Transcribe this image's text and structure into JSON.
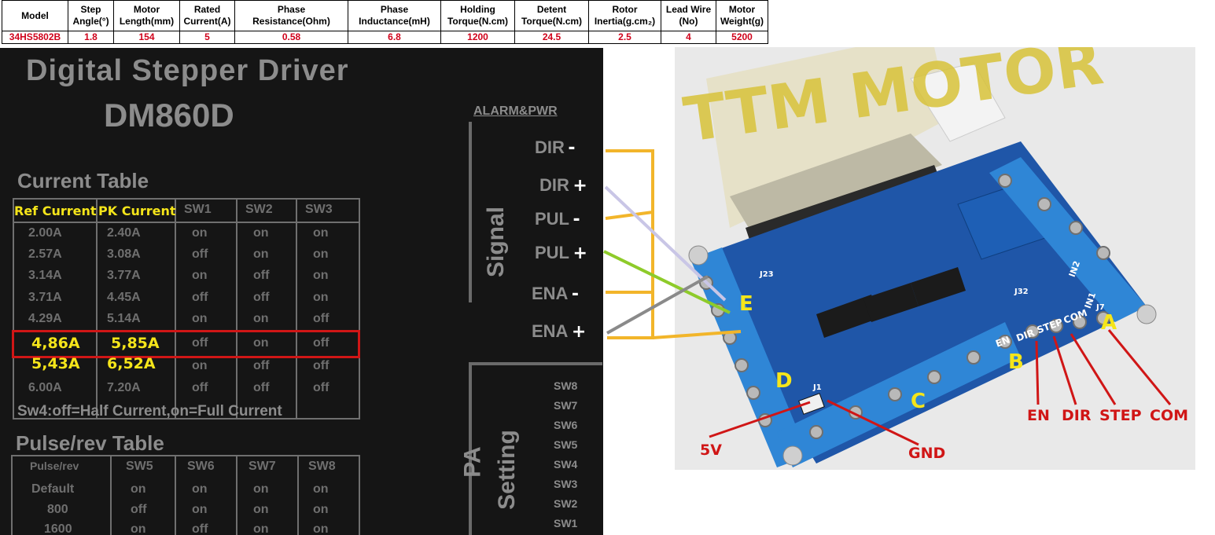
{
  "spec_table": {
    "headers": [
      [
        "Model"
      ],
      [
        "Step",
        "Angle(°)"
      ],
      [
        "Motor",
        "Length(mm)"
      ],
      [
        "Rated",
        "Current(A)"
      ],
      [
        "Phase",
        "Resistance(Ohm)"
      ],
      [
        "Phase",
        "Inductance(mH)"
      ],
      [
        "Holding",
        "Torque(N.cm)"
      ],
      [
        "Detent",
        "Torque(N.cm)"
      ],
      [
        "Rotor",
        "Inertia(g.cm₂)"
      ],
      [
        "Lead Wire",
        "(No)"
      ],
      [
        "Motor",
        "Weight(g)"
      ]
    ],
    "row": [
      "34HS5802B",
      "1.8",
      "154",
      "5",
      "0.58",
      "6.8",
      "1200",
      "24.5",
      "2.5",
      "4",
      "5200"
    ]
  },
  "driver": {
    "title": "Digital Stepper Driver",
    "model": "DM860D",
    "current_table_title": "Current  Table",
    "current_columns": [
      "SW1",
      "SW2",
      "SW3"
    ],
    "current_rows": [
      {
        "ref": "2.00A",
        "pk": "2.40A",
        "sw": [
          "on",
          "on",
          "on"
        ]
      },
      {
        "ref": "2.57A",
        "pk": "3.08A",
        "sw": [
          "off",
          "on",
          "on"
        ]
      },
      {
        "ref": "3.14A",
        "pk": "3.77A",
        "sw": [
          "on",
          "off",
          "on"
        ]
      },
      {
        "ref": "3.71A",
        "pk": "4.45A",
        "sw": [
          "off",
          "off",
          "on"
        ]
      },
      {
        "ref": "4.29A",
        "pk": "5.14A",
        "sw": [
          "on",
          "on",
          "off"
        ]
      },
      {
        "ref": "",
        "pk": "",
        "sw": [
          "off",
          "on",
          "off"
        ]
      },
      {
        "ref": "",
        "pk": "",
        "sw": [
          "on",
          "off",
          "off"
        ]
      },
      {
        "ref": "6.00A",
        "pk": "7.20A",
        "sw": [
          "off",
          "off",
          "off"
        ]
      }
    ],
    "sw4_note": "Sw4:off=Half Current,on=Full Current",
    "pulse_table_title": "Pulse/rev Table",
    "pulse_columns": [
      "Pulse/rev",
      "SW5",
      "SW6",
      "SW7",
      "SW8"
    ],
    "pulse_rows": [
      [
        "Default",
        "on",
        "on",
        "on",
        "on"
      ],
      [
        "800",
        "off",
        "on",
        "on",
        "on"
      ],
      [
        "1600",
        "on",
        "off",
        "on",
        "on"
      ]
    ],
    "alarm_label": "ALARM&PWR",
    "signal_label": "Signal",
    "pa_label": "PA",
    "setting_label": "Setting",
    "signals": [
      {
        "name": "DIR",
        "sign": "-"
      },
      {
        "name": "DIR",
        "sign": "+"
      },
      {
        "name": "PUL",
        "sign": "-"
      },
      {
        "name": "PUL",
        "sign": "+"
      },
      {
        "name": "ENA",
        "sign": "-"
      },
      {
        "name": "ENA",
        "sign": "+"
      }
    ],
    "switch_labels": [
      "SW8",
      "SW7",
      "SW6",
      "SW5",
      "SW4",
      "SW3",
      "SW2",
      "SW1"
    ]
  },
  "annotations": {
    "ref_current_header": "Ref Current",
    "pk_current_header": "PK Current",
    "highlight_ref": "4,86A",
    "highlight_pk": "5,85A",
    "second_ref": "5,43A",
    "second_pk": "6,52A",
    "highlight_color": "#d01616",
    "annotation_yellow": "#f5e51a"
  },
  "board": {
    "watermark": "TTM MOTOR",
    "letters": [
      "A",
      "B",
      "C",
      "D",
      "E"
    ],
    "pin_labels": [
      "EN",
      "DIR",
      "STEP",
      "COM"
    ],
    "power_labels": [
      "5V",
      "GND"
    ],
    "silk_labels": [
      "EN",
      "DIR",
      "STEP",
      "COM",
      "IN1",
      "IN2",
      "J7",
      "J23",
      "J32",
      "J1"
    ],
    "board_color": "#1f56a8",
    "terminal_color": "#2f86d6"
  }
}
